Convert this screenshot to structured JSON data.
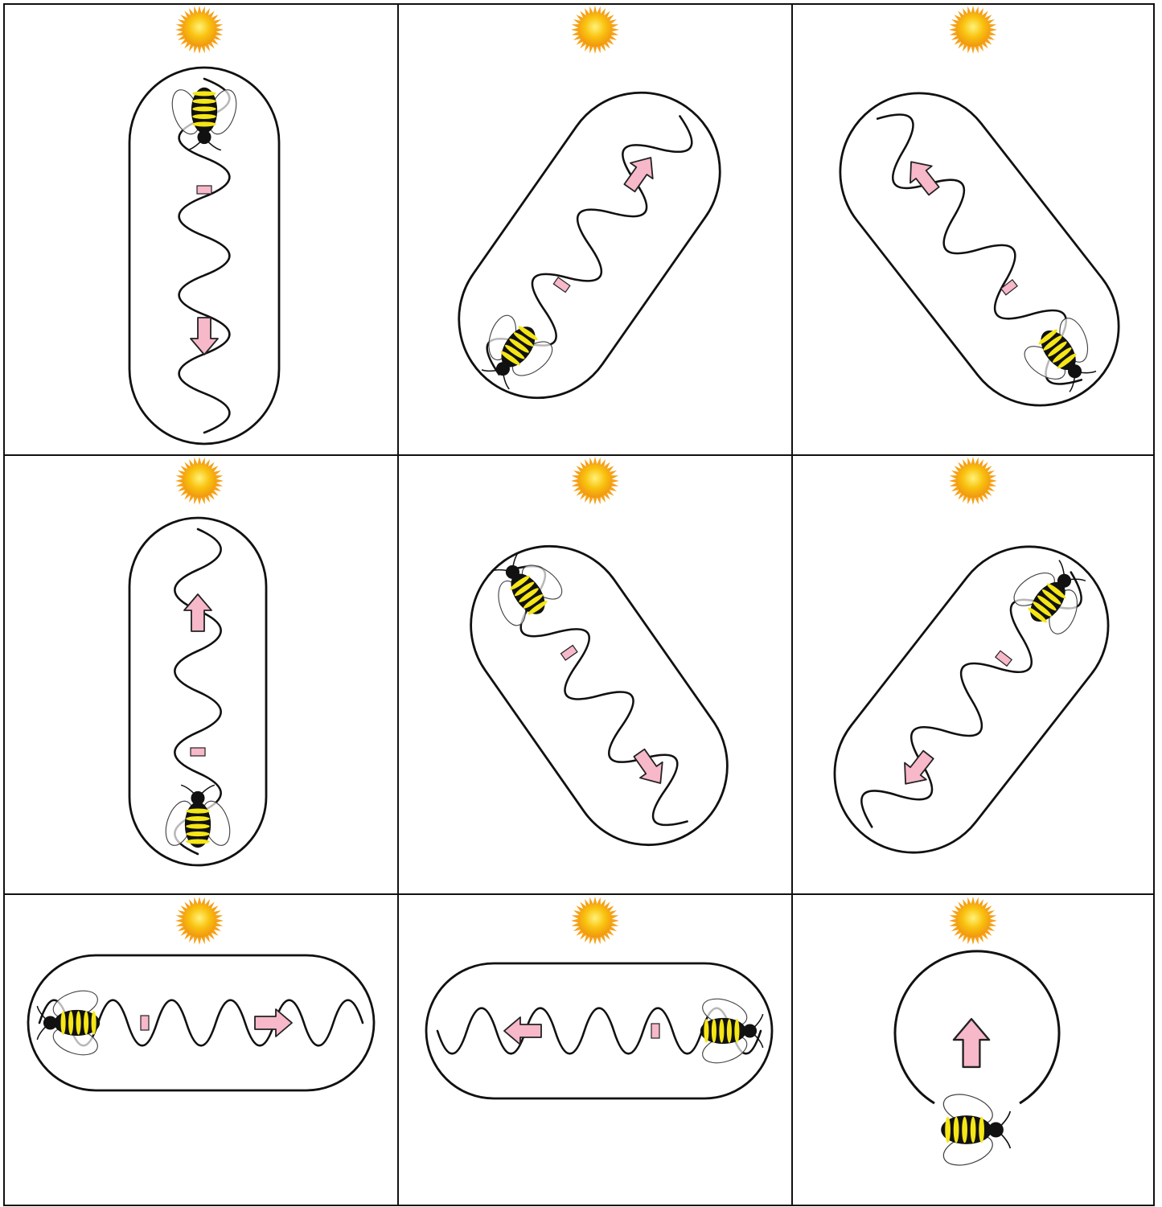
{
  "colors": {
    "sun_core": "#f7b500",
    "sun_ray": "#f6a21a",
    "arrow_fill": "#f7b8c9",
    "arrow_stroke": "#222222",
    "bee_yellow": "#f5e616",
    "bee_black": "#111111",
    "line": "#111111",
    "grid": "#111111"
  },
  "icons": {
    "sun": "sun-icon",
    "bee": "bee-icon",
    "arrow": "direction-arrow-icon"
  },
  "panels": [
    {
      "id": "r1c1",
      "pattern": "waggle-dance",
      "dance_angle_deg": 180,
      "arrow_direction": "down"
    },
    {
      "id": "r1c2",
      "pattern": "waggle-dance",
      "dance_angle_deg": 35,
      "arrow_direction": "up-right"
    },
    {
      "id": "r1c3",
      "pattern": "waggle-dance",
      "dance_angle_deg": -38,
      "arrow_direction": "up-left"
    },
    {
      "id": "r2c1",
      "pattern": "waggle-dance",
      "dance_angle_deg": 0,
      "arrow_direction": "up"
    },
    {
      "id": "r2c2",
      "pattern": "waggle-dance",
      "dance_angle_deg": 145,
      "arrow_direction": "down-right"
    },
    {
      "id": "r2c3",
      "pattern": "waggle-dance",
      "dance_angle_deg": -145,
      "arrow_direction": "down-left"
    },
    {
      "id": "r3c1",
      "pattern": "waggle-dance",
      "dance_angle_deg": 90,
      "arrow_direction": "right"
    },
    {
      "id": "r3c2",
      "pattern": "waggle-dance",
      "dance_angle_deg": -90,
      "arrow_direction": "left"
    },
    {
      "id": "r3c3",
      "pattern": "round-dance",
      "dance_angle_deg": 0,
      "arrow_direction": "up"
    }
  ]
}
